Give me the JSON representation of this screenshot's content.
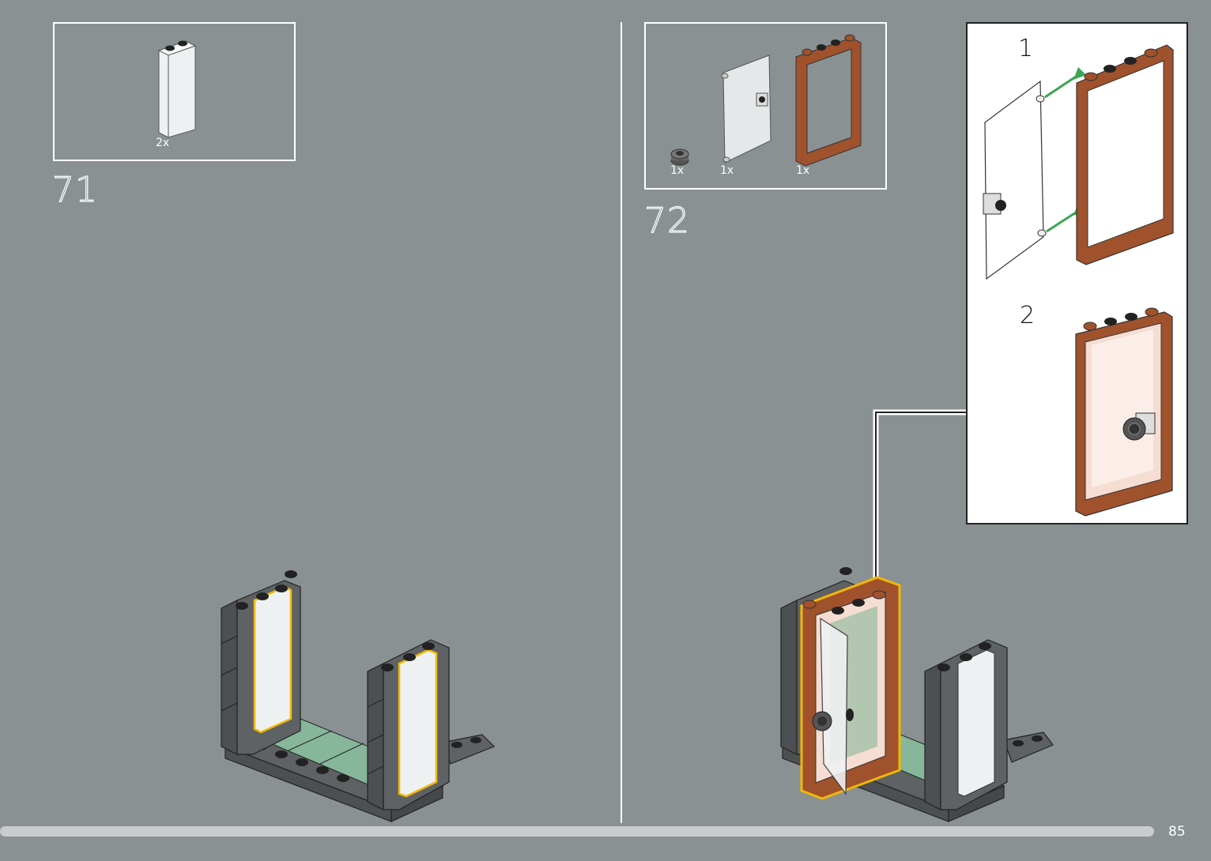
{
  "step71": {
    "number": "71",
    "parts": [
      {
        "icon": "transparent-brick-1x2x3-icon",
        "qty": "2x"
      }
    ]
  },
  "step72": {
    "number": "72",
    "parts": [
      {
        "icon": "round-tile-1x1-icon",
        "qty": "1x"
      },
      {
        "icon": "door-panel-icon",
        "qty": "1x"
      },
      {
        "icon": "reddish-brown-door-frame-icon",
        "qty": "1x"
      }
    ],
    "callout": {
      "substeps": [
        "1",
        "2"
      ]
    }
  },
  "footer": {
    "page_number": "85",
    "progress": 0.95
  },
  "colors": {
    "background": "#8a9193",
    "dark_gray": "#5a5d5e",
    "reddish_brown": "#a0522d",
    "sand_green": "#7fae93",
    "highlight": "#f2b705",
    "arrow_green": "#3aa655"
  }
}
